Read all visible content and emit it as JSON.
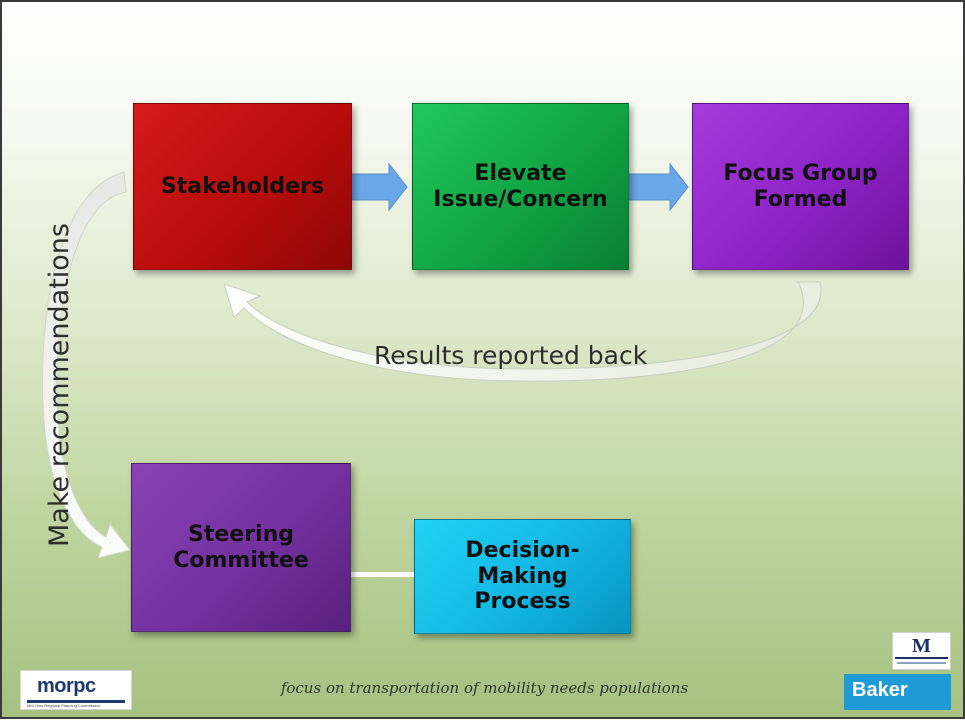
{
  "diagram": {
    "boxes": {
      "stakeholders": "Stakeholders",
      "elevate": "Elevate\nIssue/Concern",
      "focus_group": "Focus Group\nFormed",
      "steering": "Steering\nCommittee",
      "decision": "Decision-\nMaking\nProcess"
    },
    "labels": {
      "results": "Results reported back",
      "make": "Make recommendations"
    },
    "colors": {
      "stakeholders": "#b80c0c",
      "elevate": "#10a444",
      "focus_group": "#8e22c7",
      "steering": "#74309f",
      "decision": "#12b6e2",
      "arrow_blue": "#6aa7e8",
      "curved_arrow": "#ffffff"
    }
  },
  "footer": {
    "text": "focus on transportation of mobility needs populations"
  },
  "logos": {
    "morpc": "morpc",
    "morpc_tagline": "Mid-Ohio Regional Planning Commission",
    "mfp": "M",
    "baker": "Baker"
  }
}
